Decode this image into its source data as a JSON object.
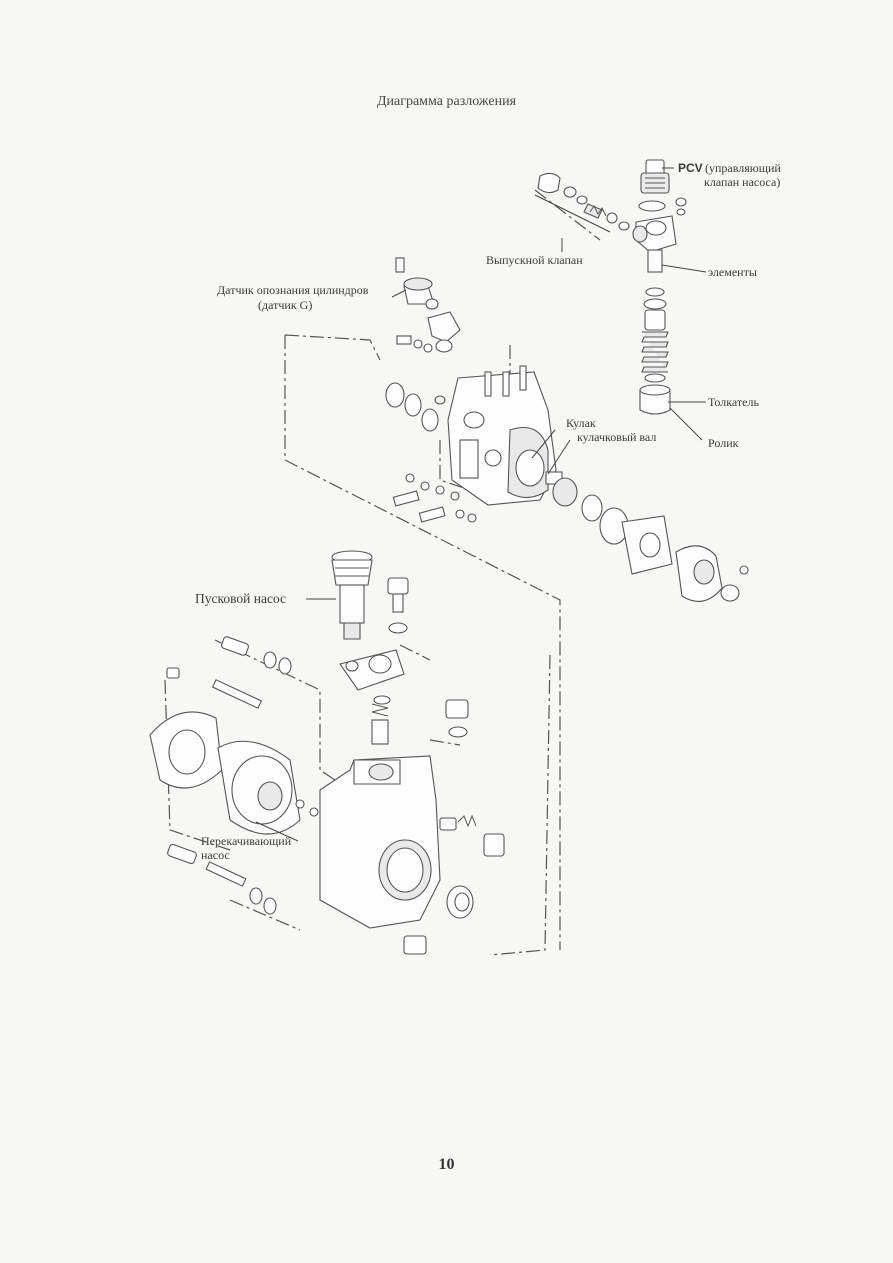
{
  "page": {
    "title": "Диаграмма разложения",
    "page_number": "10"
  },
  "labels": {
    "pcv_abbr": "PCV",
    "pcv_line1": "(управляющий",
    "pcv_line2": "клапан насоса)",
    "delivery_valve": "Выпускной клапан",
    "elements": "элементы",
    "cylinder_sensor_line1": "Датчик опознания цилиндров",
    "cylinder_sensor_line2": "(датчик G)",
    "tappet": "Толкатель",
    "cam": "Кулак",
    "camshaft": "кулачковый вал",
    "roller": "Ролик",
    "priming_pump": "Пусковой насос",
    "feed_pump_line1": "Перекачивающий",
    "feed_pump_line2": "насос"
  }
}
